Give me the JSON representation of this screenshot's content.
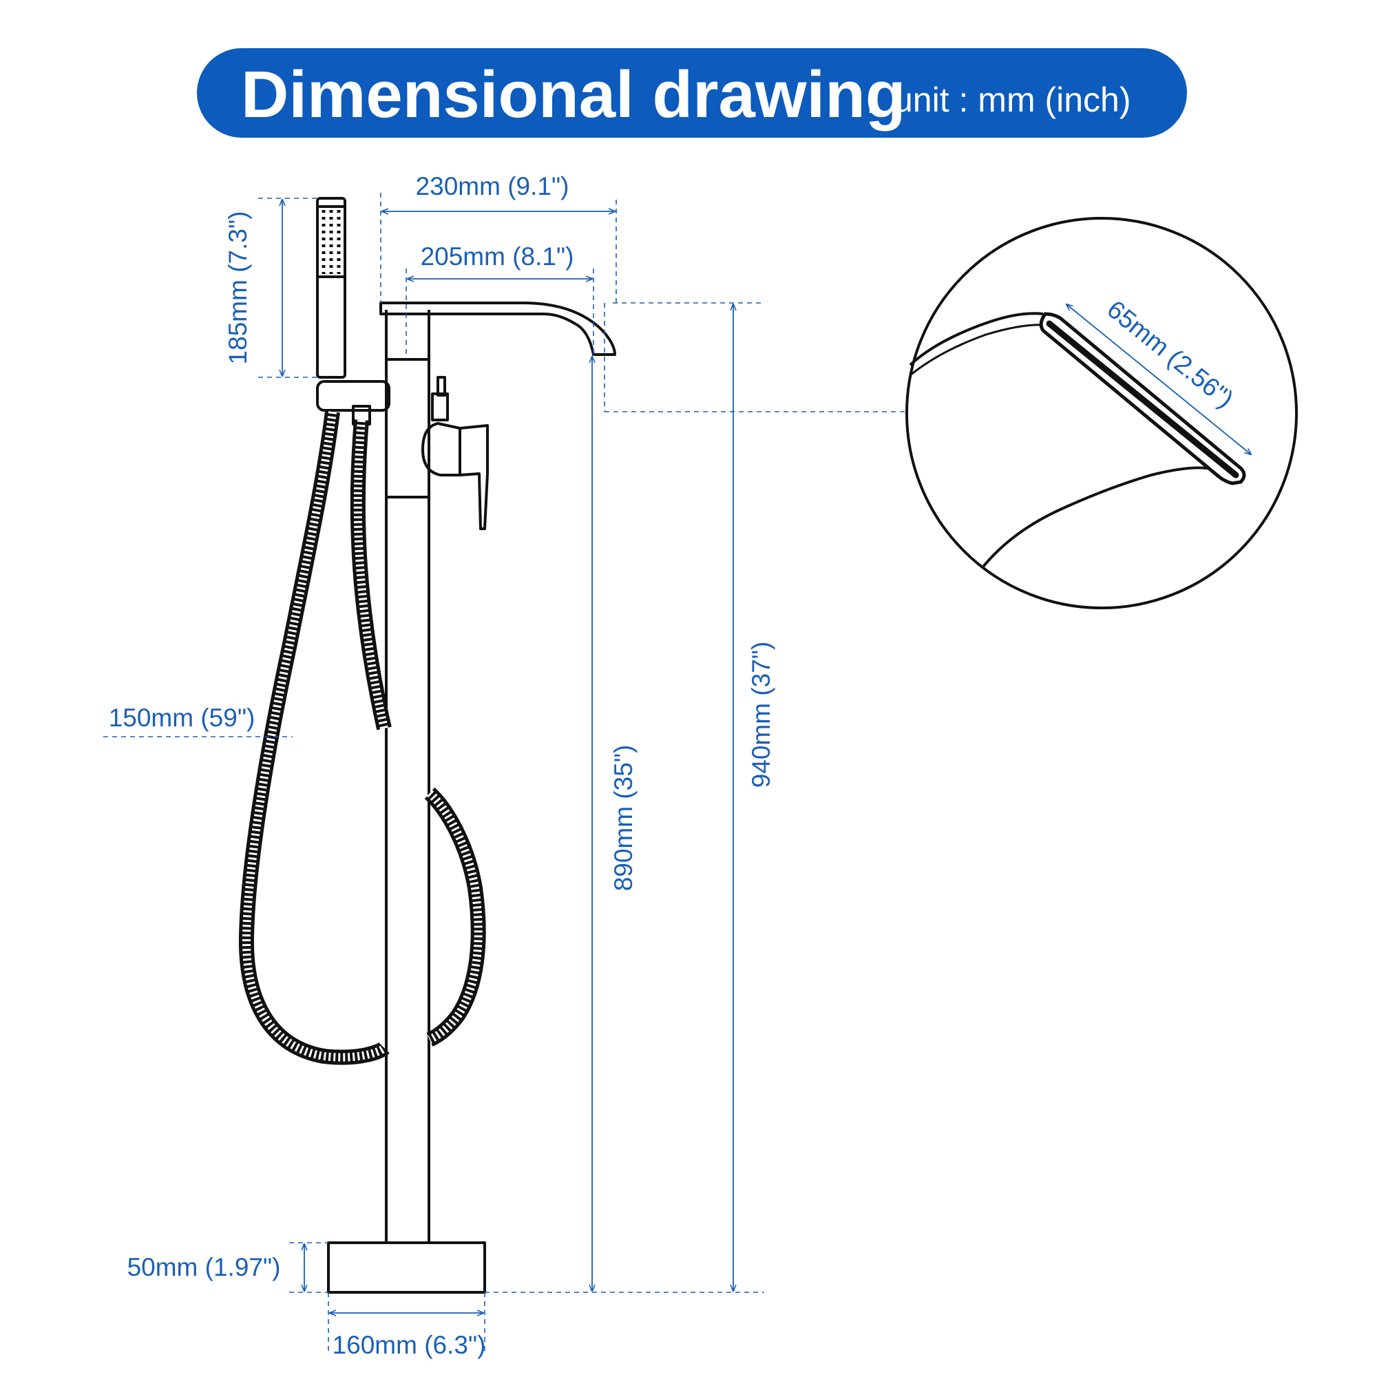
{
  "banner": {
    "title": "Dimensional drawing",
    "colon": ":",
    "unit_label": "unit : mm (inch)",
    "background_color": "#0d5bbd",
    "text_color": "#ffffff"
  },
  "dimensions": {
    "overall_reach": "230mm (9.1\")",
    "spout_reach": "205mm (8.1\")",
    "handshower_height": "185mm (7.3\")",
    "hose_length": "150mm (59\")",
    "spout_outlet_height": "890mm (35\")",
    "total_height": "940mm (37\")",
    "base_height": "50mm (1.97\")",
    "base_width": "160mm (6.3\")",
    "spout_outlet_width": "65mm (2.56\")"
  },
  "colors": {
    "dimension_color": "#1a5fb4",
    "line_art_color": "#111111"
  },
  "icons": {
    "faucet": "freestanding-tub-faucet-illustration",
    "detail": "spout-outlet-detail-magnifier"
  }
}
